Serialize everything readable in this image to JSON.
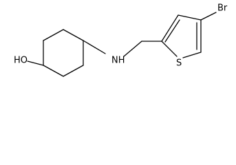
{
  "molecule": {
    "atoms": {
      "hydroxyl": "HO",
      "amine": "NH",
      "sulfur": "S",
      "bromine": "Br"
    }
  },
  "colors": {
    "bond": "#000000",
    "label": "#000000",
    "background": "#ffffff"
  }
}
